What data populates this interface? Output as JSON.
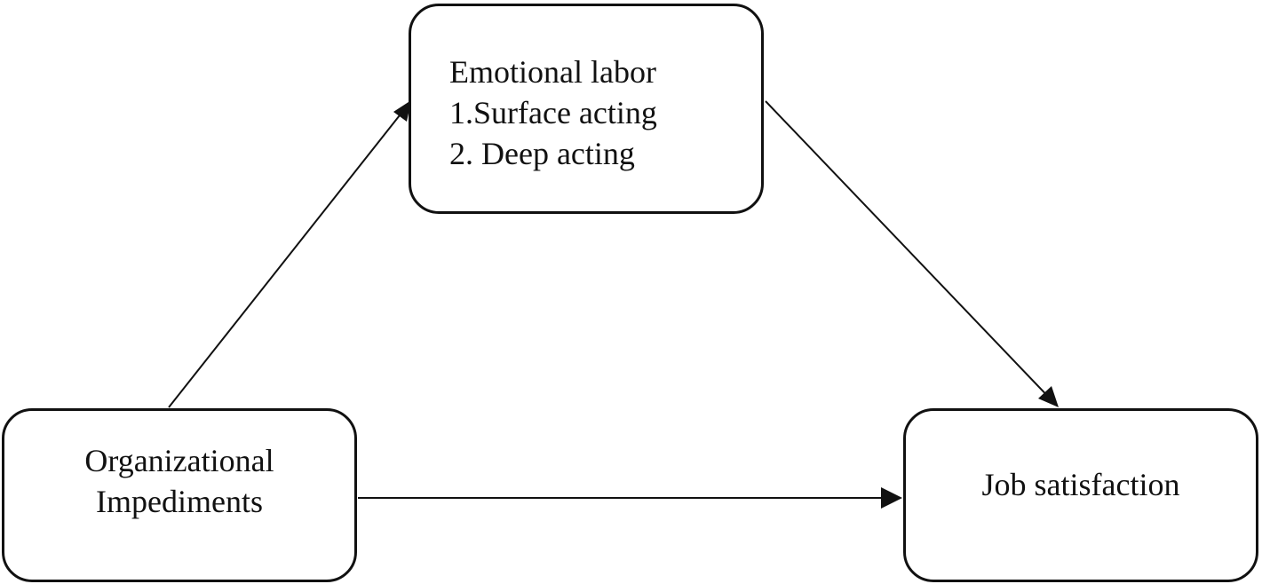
{
  "nodes": {
    "emotional_labor": {
      "lines": [
        "Emotional labor",
        "1.Surface acting",
        "2. Deep acting"
      ]
    },
    "organizational_impediments": {
      "lines": [
        "Organizational",
        "Impediments"
      ]
    },
    "job_satisfaction": {
      "lines": [
        "Job satisfaction"
      ]
    }
  },
  "edges": [
    {
      "from": "Organizational Impediments",
      "to": "Emotional labor"
    },
    {
      "from": "Emotional labor",
      "to": "Job satisfaction"
    },
    {
      "from": "Organizational Impediments",
      "to": "Job satisfaction"
    }
  ],
  "colors": {
    "stroke": "#111111",
    "background": "#ffffff"
  }
}
